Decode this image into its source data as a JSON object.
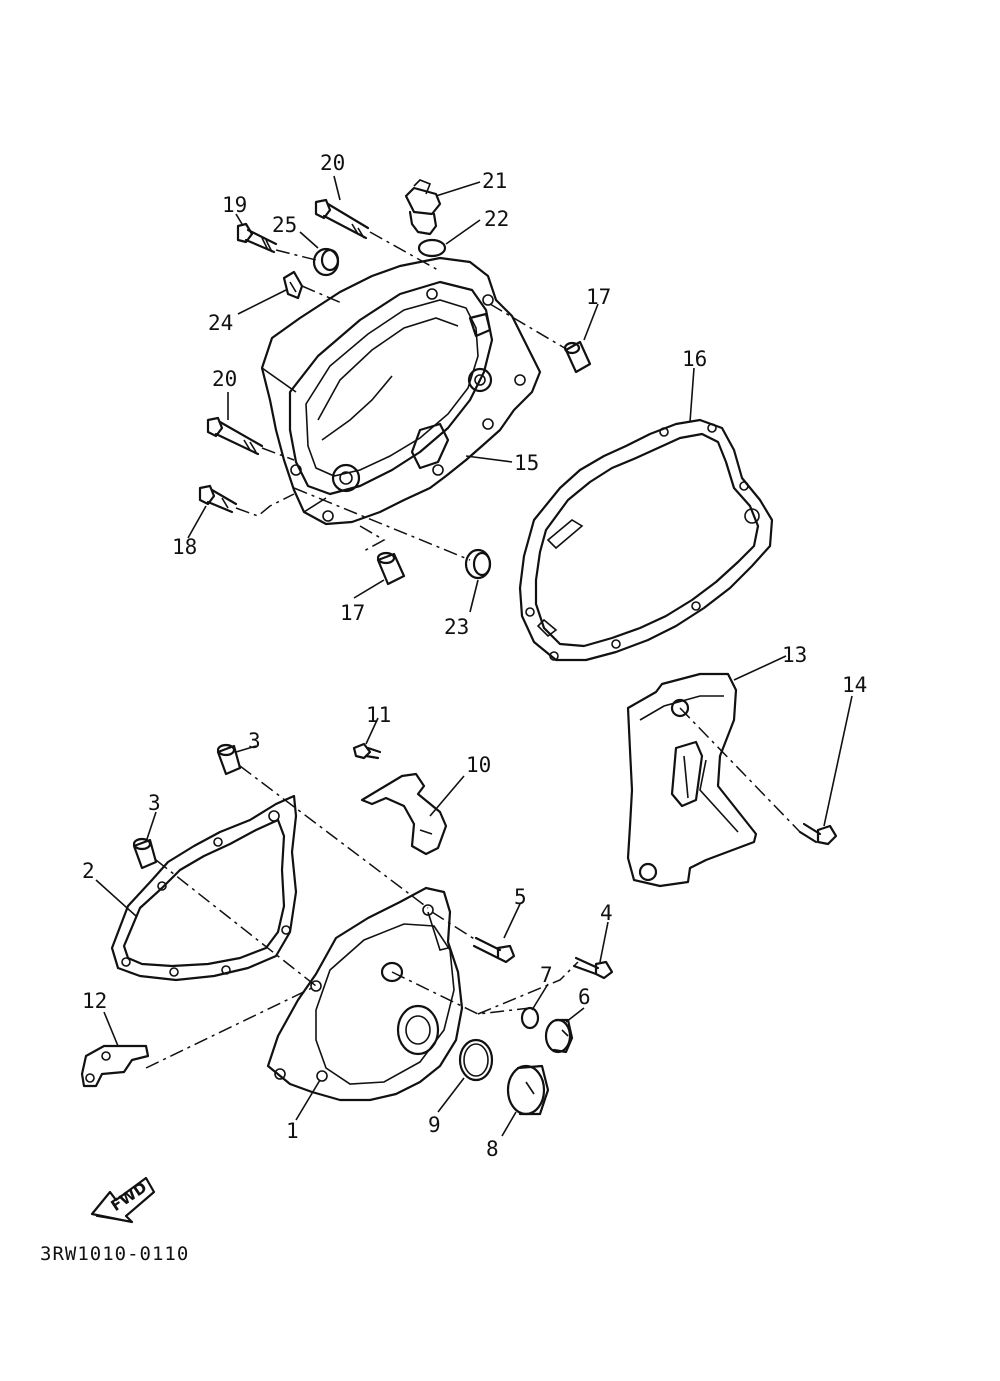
{
  "callouts": {
    "c1": "1",
    "c2": "2",
    "c3a": "3",
    "c3b": "3",
    "c4": "4",
    "c5": "5",
    "c6": "6",
    "c7": "7",
    "c8": "8",
    "c9": "9",
    "c10": "10",
    "c11": "11",
    "c12": "12",
    "c13": "13",
    "c14": "14",
    "c15": "15",
    "c16": "16",
    "c17a": "17",
    "c17b": "17",
    "c18": "18",
    "c19": "19",
    "c20a": "20",
    "c20b": "20",
    "c21": "21",
    "c22": "22",
    "c23": "23",
    "c24": "24",
    "c25": "25"
  },
  "direction_label": "FWD",
  "diagram_code": "3RW1010-0110"
}
